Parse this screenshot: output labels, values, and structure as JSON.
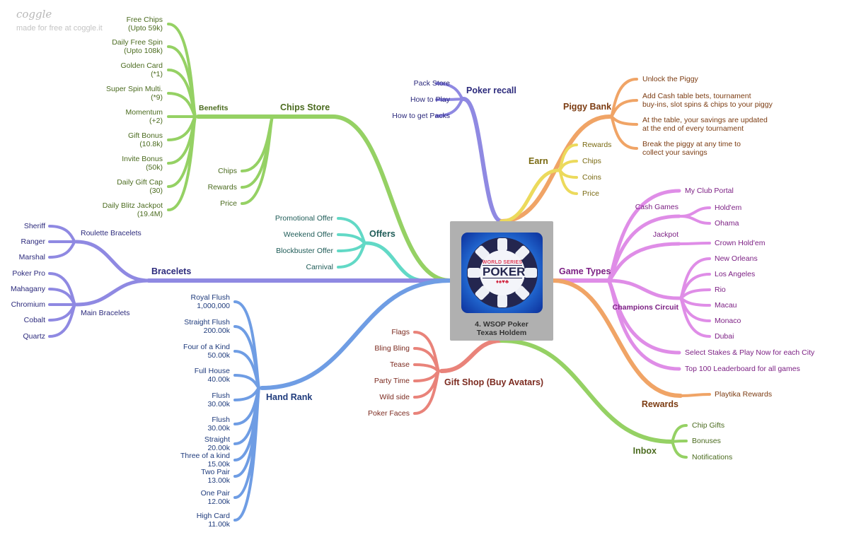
{
  "branding": {
    "logo": "coggle",
    "tagline": "made for free at coggle.it"
  },
  "center": {
    "title": "4. WSOP Poker\nTexas Holdem",
    "logo_top": "WORLD SERIES",
    "logo_main": "POKER",
    "logo_suits": "♦♠♥♣"
  },
  "chips_store": {
    "label": "Chips Store",
    "benefits": {
      "label": "Benefits",
      "items": [
        "Free Chips\n(Upto 59k)",
        "Daily Free Spin\n(Upto 108k)",
        "Golden Card\n(*1)",
        "Super Spin Multi.\n(*9)",
        "Momentum\n(+2)",
        "Gift Bonus\n(10.8k)",
        "Invite Bonus\n(50k)",
        "Daily Gift Cap\n(30)",
        "Daily Blitz Jackpot\n(19.4M)"
      ]
    },
    "items": [
      "Chips",
      "Rewards",
      "Price"
    ]
  },
  "offers": {
    "label": "Offers",
    "items": [
      "Promotional Offer",
      "Weekend Offer",
      "Blockbuster Offer",
      "Carnival"
    ]
  },
  "bracelets": {
    "label": "Bracelets",
    "roulette": {
      "label": "Roulette Bracelets",
      "items": [
        "Sheriff",
        "Ranger",
        "Marshal"
      ]
    },
    "main": {
      "label": "Main Bracelets",
      "items": [
        "Poker Pro",
        "Mahagany",
        "Chromium",
        "Cobalt",
        "Quartz"
      ]
    }
  },
  "hand_rank": {
    "label": "Hand Rank",
    "items": [
      "Royal Flush\n1,000,000",
      "Straight Flush\n200.00k",
      "Four of a Kind\n50.00k",
      "Full House\n40.00k",
      "Flush\n30.00k",
      "Flush\n30.00k",
      "Straight\n20.00k",
      "Three of a kind\n15.00k",
      "Two Pair\n13.00k",
      "One Pair\n12.00k",
      "High Card\n11.00k"
    ]
  },
  "gift_shop": {
    "label": "Gift Shop (Buy Avatars)",
    "items": [
      "Flags",
      "Bling Bling",
      "Tease",
      "Party Time",
      "Wild side",
      "Poker Faces"
    ]
  },
  "poker_recall": {
    "label": "Poker recall",
    "items": [
      "Pack Store",
      "How to Play",
      "How to get Packs"
    ]
  },
  "piggy_bank": {
    "label": "Piggy Bank",
    "items": [
      "Unlock the Piggy",
      "Add Cash table bets, tournament\nbuy-ins, slot spins & chips to your piggy",
      "At the table, your savings are updated\nat the end of every tournament",
      "Break the piggy at any time to\ncollect your savings"
    ]
  },
  "earn": {
    "label": "Earn",
    "items": [
      "Rewards",
      "Chips",
      "Coins",
      "Price"
    ]
  },
  "game_types": {
    "label": "Game Types",
    "my_club_portal": "My Club Portal",
    "cash_games": {
      "label": "Cash Games",
      "items": [
        "Hold'em",
        "Ohama"
      ]
    },
    "jackpot": {
      "label": "Jackpot",
      "items": [
        "Crown Hold'em"
      ]
    },
    "champions_circuit": {
      "label": "Champions Circuit",
      "items": [
        "New Orleans",
        "Los Angeles",
        "Rio",
        "Macau",
        "Monaco",
        "Dubai"
      ]
    },
    "select_stakes": "Select Stakes & Play Now for each City",
    "top100": "Top 100 Leaderboard for all games"
  },
  "rewards": {
    "label": "Rewards",
    "items": [
      "Playtika Rewards"
    ]
  },
  "inbox": {
    "label": "Inbox",
    "items": [
      "Chip Gifts",
      "Bonuses",
      "Notifications"
    ]
  },
  "colors": {
    "green": "#95d164",
    "green_text": "#4b6b1f",
    "violet": "#8f89e2",
    "violet_text": "#2c2a7c",
    "blue": "#6f9de4",
    "blue_text": "#1f3b7c",
    "teal": "#62d9c6",
    "teal_text": "#1f5c58",
    "red": "#e9837a",
    "red_text": "#7c2b20",
    "orange": "#f0a466",
    "orange_text": "#7c3c12",
    "yellow": "#ecda5c",
    "yellow_text": "#7a6a12",
    "pink": "#df8de7",
    "pink_text": "#7c2084"
  }
}
